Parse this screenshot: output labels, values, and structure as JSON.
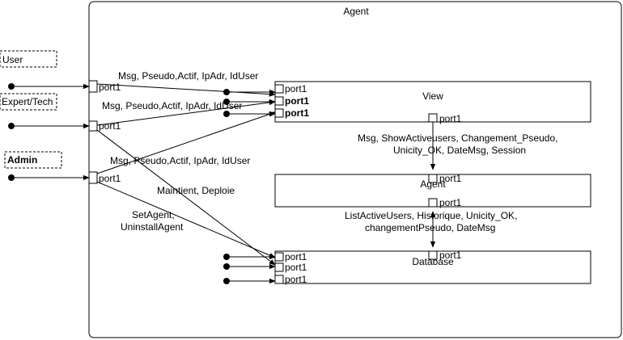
{
  "outer_title": "Agent",
  "actors": {
    "user": "User",
    "expert": "Expert/Tech",
    "admin": "Admin"
  },
  "port_label": "port1",
  "components": {
    "view": "View",
    "agent": "Agent",
    "database": "Database"
  },
  "edge_labels": {
    "msg_user": "Msg, Pseudo,Actif, IpAdr, IdUser",
    "msg_expert": "Msg, Pseudo,Actif, IpAdr, IdUser",
    "msg_admin": "Msg, Pseudo,Actif, IpAdr, IdUser",
    "maintain": "Maintient, Deploie",
    "setagent_1": "SetAgent,",
    "setagent_2": "UninstallAgent",
    "view_agent_1": "Msg, ShowActiveusers, Changement_Pseudo,",
    "view_agent_2": "Unicity_OK, DateMsg, Session",
    "agent_db_1": "ListActiveUsers, Historique, Unicity_OK,",
    "agent_db_2": "changementPseudo, DateMsg"
  }
}
